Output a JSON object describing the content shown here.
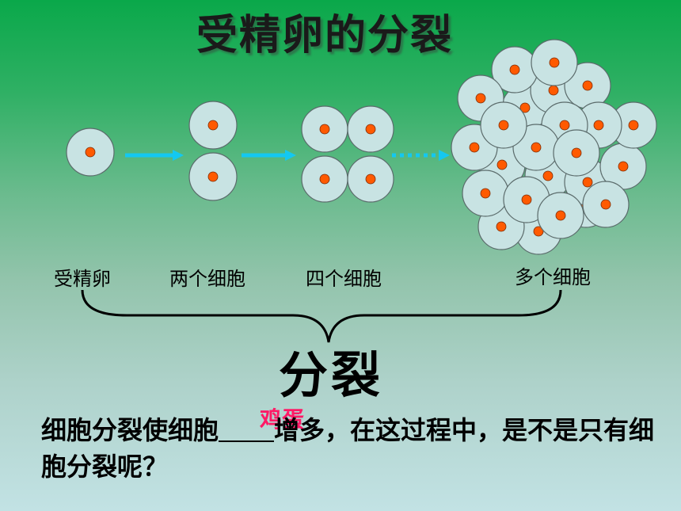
{
  "title": "受精卵的分裂",
  "stages": [
    "受精卵",
    "两个细胞",
    "四个细胞",
    "多个细胞"
  ],
  "big_word": "分裂",
  "sentence_part1": "细胞分裂使细胞",
  "fill_word": "鸡蛋",
  "sentence_part2": "增多，在这过程中，是不是只有细胞分裂呢？",
  "colors": {
    "cell_fill": "#c8e3e3",
    "nucleus": "#ff5a00",
    "arrow": "#14c8f0"
  }
}
